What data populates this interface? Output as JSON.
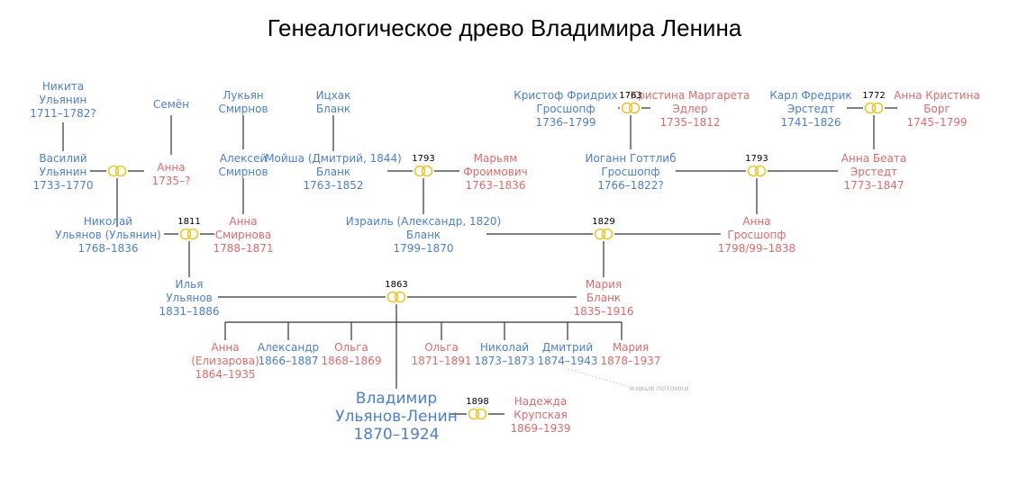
{
  "title": "Генеалогическое древо Владимира Ленина",
  "note": "живые потомки",
  "colors": {
    "male": "#4a7fd1",
    "female": "#e06a6a",
    "ring": "#e8c62a",
    "line": "#333333"
  },
  "people": [
    {
      "id": "nikita",
      "sex": "male",
      "lines": [
        "Никита",
        "Ульянин",
        "1711–1782?"
      ]
    },
    {
      "id": "vasily",
      "sex": "male",
      "lines": [
        "Василий",
        "Ульянин",
        "1733–1770"
      ]
    },
    {
      "id": "semyon",
      "sex": "male",
      "lines": [
        "Семён"
      ]
    },
    {
      "id": "anna1",
      "sex": "female",
      "lines": [
        "Анна",
        "1735–?"
      ]
    },
    {
      "id": "nikolay",
      "sex": "male",
      "lines": [
        "Николай",
        "Ульянов (Ульянин)",
        "1768–1836"
      ]
    },
    {
      "id": "lukyan",
      "sex": "male",
      "lines": [
        "Лукьян",
        "Смирнов"
      ]
    },
    {
      "id": "aleksey",
      "sex": "male",
      "lines": [
        "Алексей",
        "Смирнов"
      ]
    },
    {
      "id": "anna_s",
      "sex": "female",
      "lines": [
        "Анна",
        "Смирнова",
        "1788–1871"
      ]
    },
    {
      "id": "itskhak",
      "sex": "male",
      "lines": [
        "Ицхак",
        "Бланк"
      ]
    },
    {
      "id": "moysha",
      "sex": "male",
      "lines": [
        "Мойша (Дмитрий, 1844)",
        "Бланк",
        "1763–1852"
      ]
    },
    {
      "id": "maryam",
      "sex": "female",
      "lines": [
        "Марьям",
        "Фроимович",
        "1763–1836"
      ]
    },
    {
      "id": "israel",
      "sex": "male",
      "lines": [
        "Израиль (Александр, 1820)",
        "Бланк",
        "1799–1870"
      ]
    },
    {
      "id": "kristof",
      "sex": "male",
      "lines": [
        "Кристоф Фридрих",
        "Гросшопф",
        "1736–1799"
      ]
    },
    {
      "id": "kristina",
      "sex": "female",
      "lines": [
        "Кристина Маргарета",
        "Эдлер",
        "1735–1812"
      ]
    },
    {
      "id": "johann",
      "sex": "male",
      "lines": [
        "Иоганн Готтлиб",
        "Гросшопф",
        "1766–1822?"
      ]
    },
    {
      "id": "karl",
      "sex": "male",
      "lines": [
        "Карл Фредрик",
        "Эрстедт",
        "1741–1826"
      ]
    },
    {
      "id": "anna_k",
      "sex": "female",
      "lines": [
        "Анна Кристина",
        "Борг",
        "1745–1799"
      ]
    },
    {
      "id": "anna_b",
      "sex": "female",
      "lines": [
        "Анна Беата",
        "Эрстедт",
        "1773–1847"
      ]
    },
    {
      "id": "anna_g",
      "sex": "female",
      "lines": [
        "Анна",
        "Гросшопф",
        "1798/99–1838"
      ]
    },
    {
      "id": "ilya",
      "sex": "male",
      "lines": [
        "Илья",
        "Ульянов",
        "1831–1886"
      ]
    },
    {
      "id": "maria_b",
      "sex": "female",
      "lines": [
        "Мария",
        "Бланк",
        "1835–1916"
      ]
    },
    {
      "id": "c_anna",
      "sex": "female",
      "lines": [
        "Анна",
        "(Елизарова)",
        "1864–1935"
      ]
    },
    {
      "id": "c_aleks",
      "sex": "male",
      "lines": [
        "Александр",
        "1866–1887"
      ]
    },
    {
      "id": "c_olga1",
      "sex": "female",
      "lines": [
        "Ольга",
        "1868–1869"
      ]
    },
    {
      "id": "c_olga2",
      "sex": "female",
      "lines": [
        "Ольга",
        "1871–1891"
      ]
    },
    {
      "id": "c_nikolay",
      "sex": "male",
      "lines": [
        "Николай",
        "1873–1873"
      ]
    },
    {
      "id": "c_dmitry",
      "sex": "male",
      "lines": [
        "Дмитрий",
        "1874–1943"
      ]
    },
    {
      "id": "c_maria",
      "sex": "female",
      "lines": [
        "Мария",
        "1878–1937"
      ]
    },
    {
      "id": "vladimir",
      "sex": "male",
      "big": true,
      "lines": [
        "Владимир",
        "Ульянов-Ленин",
        "1870–1924"
      ]
    },
    {
      "id": "nadezhda",
      "sex": "female",
      "lines": [
        "Надежда",
        "Крупская",
        "1869–1939"
      ]
    }
  ],
  "marriages": [
    {
      "id": "m_vasily",
      "year": ""
    },
    {
      "id": "m_nikolay",
      "year": "1811"
    },
    {
      "id": "m_moysha",
      "year": "1793"
    },
    {
      "id": "m_kristof",
      "year": "1763"
    },
    {
      "id": "m_karl",
      "year": "1772"
    },
    {
      "id": "m_johann",
      "year": "1793"
    },
    {
      "id": "m_israel",
      "year": "1829"
    },
    {
      "id": "m_ilya",
      "year": "1863"
    },
    {
      "id": "m_vladimir",
      "year": "1898"
    }
  ]
}
